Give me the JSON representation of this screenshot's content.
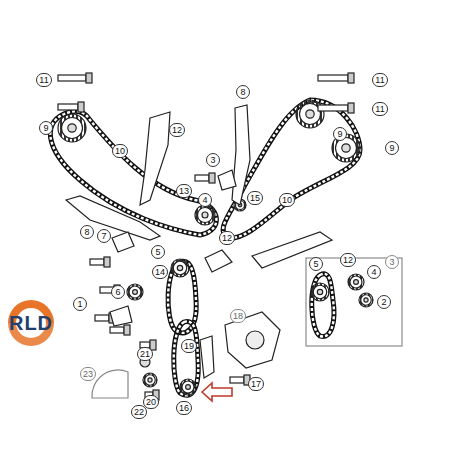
{
  "diagram": {
    "labels": [
      "RLD",
      "11",
      "9",
      "10",
      "12",
      "3",
      "13",
      "4",
      "8",
      "8",
      "11",
      "11",
      "9",
      "9",
      "10",
      "15",
      "12",
      "7",
      "14",
      "5",
      "6",
      "12",
      "1",
      "3",
      "5",
      "4",
      "2",
      "18",
      "19",
      "21",
      "20",
      "23",
      "22",
      "16",
      "17"
    ]
  }
}
